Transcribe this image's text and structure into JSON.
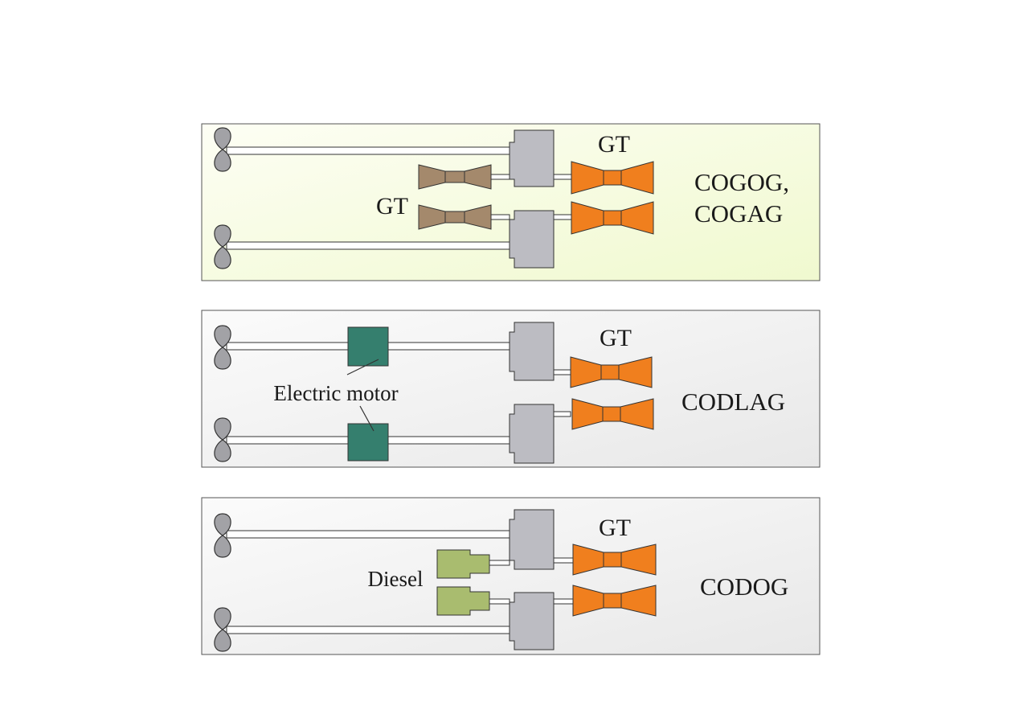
{
  "colors": {
    "turbine": "#f07f1e",
    "turbine_brown": "#a4896c",
    "gearbox": "#bcbcc2",
    "electric_motor": "#357f6e",
    "diesel": "#a9bc6f",
    "propeller": "#a2a2a6",
    "panel1_bg": "#f4fbd9",
    "panel_bg": "#eeeeee"
  },
  "panels": [
    {
      "id": "cogog",
      "label_line1": "COGOG,",
      "label_line2": "COGAG",
      "gt_top_label": "GT",
      "gt_left_label": "GT"
    },
    {
      "id": "codlag",
      "label": "CODLAG",
      "gt_label": "GT",
      "motor_label": "Electric motor"
    },
    {
      "id": "codog",
      "label": "CODOG",
      "gt_label": "GT",
      "diesel_label": "Diesel"
    }
  ]
}
